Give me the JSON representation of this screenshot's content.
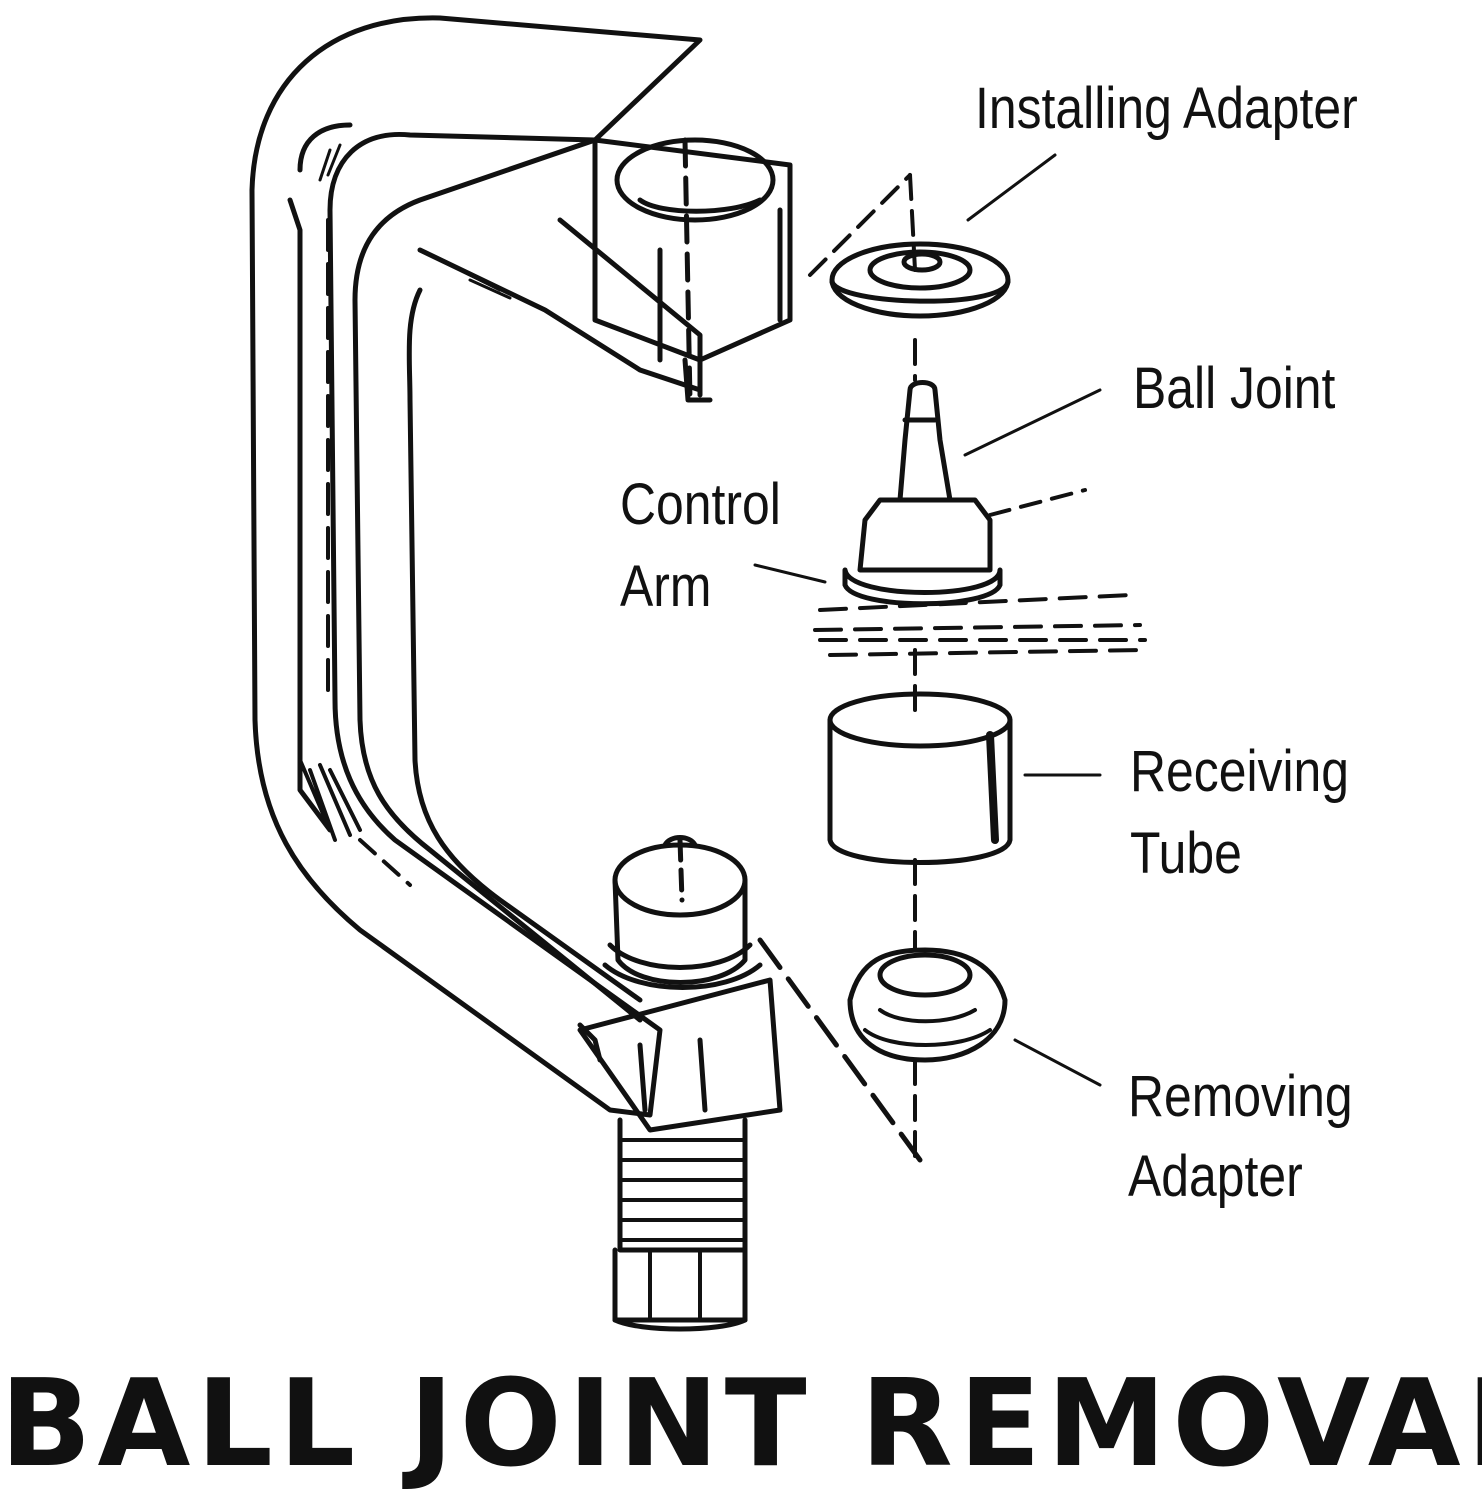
{
  "title": "BALL JOINT REMOVAL",
  "labels": {
    "installing_adapter": "Installing Adapter",
    "ball_joint": "Ball Joint",
    "control_arm_1": "Control",
    "control_arm_2": "Arm",
    "receiving_tube_1": "Receiving",
    "receiving_tube_2": "Tube",
    "removing_adapter_1": "Removing",
    "removing_adapter_2": "Adapter"
  },
  "colors": {
    "ink": "#111111",
    "background": "#ffffff"
  }
}
